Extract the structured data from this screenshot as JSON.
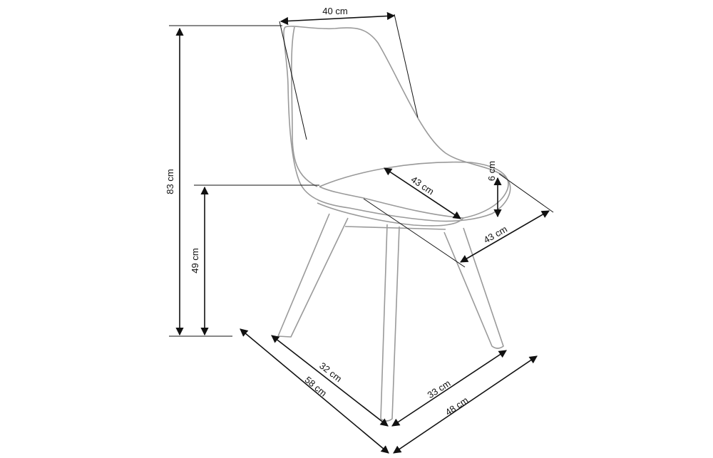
{
  "diagram": {
    "subject": "chair",
    "dimensions": {
      "total_height": "83 cm",
      "seat_height": "49 cm",
      "back_width": "40 cm",
      "seat_depth": "43 cm",
      "seat_thickness": "6 cm",
      "seat_width": "43 cm",
      "leg_span_depth": "32 cm",
      "overall_depth": "58 cm",
      "leg_span_width": "33 cm",
      "overall_width": "48 cm"
    },
    "colors": {
      "outline": "#9a9a9a",
      "dimension": "#111111"
    }
  }
}
